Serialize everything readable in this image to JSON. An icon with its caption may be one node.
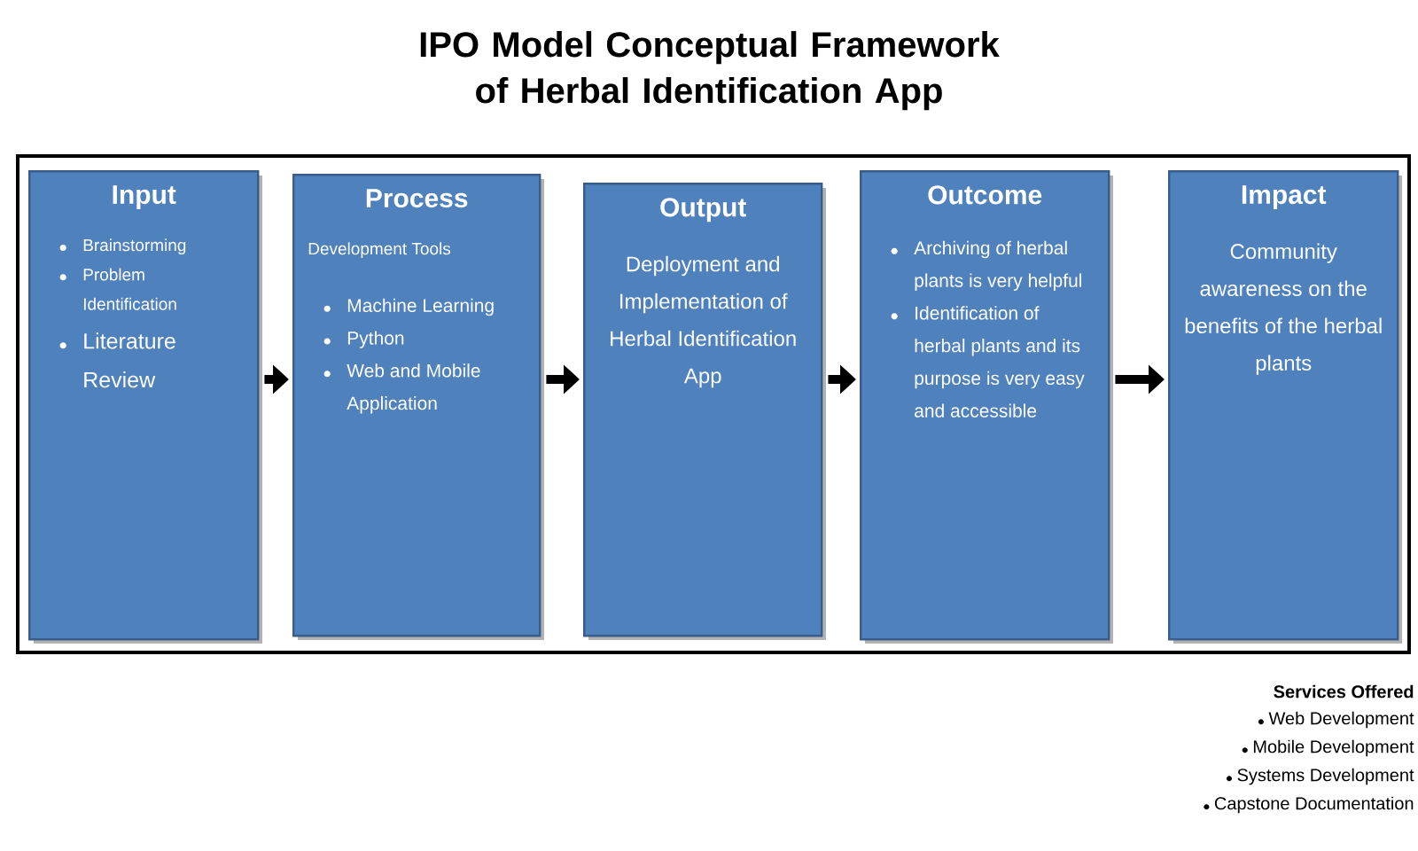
{
  "diagram": {
    "title": "IPO Model Conceptual Framework of Herbal Identification App",
    "nodes": [
      {
        "text": [
          "Input",
          "Brainstorming",
          "Problem Identification",
          "Literature Review"
        ]
      },
      {
        "text": [
          "Process",
          "Development Tools",
          "Machine Learning",
          "Python",
          "Web and Mobile Application"
        ]
      },
      {
        "text": [
          "Output",
          "Deployment and Implementation of Herbal Identification App"
        ]
      },
      {
        "text": [
          "Outcome",
          "Archiving of herbal plants is very helpful",
          "Identification of herbal plants and its purpose is very easy and accessible"
        ]
      },
      {
        "text": [
          "Impact",
          "Community awareness on the benefits of the herbal plants"
        ]
      }
    ],
    "edges": [
      {
        "from": 0,
        "to": 1,
        "arrow": "to"
      },
      {
        "from": 1,
        "to": 2,
        "arrow": "to"
      },
      {
        "from": 2,
        "to": 3,
        "arrow": "to"
      },
      {
        "from": 3,
        "to": 4,
        "arrow": "to"
      }
    ],
    "labels": [
      "Services Offered",
      "Web Development",
      "Mobile Development",
      "Systems Development",
      "Capstone Documentation"
    ]
  }
}
